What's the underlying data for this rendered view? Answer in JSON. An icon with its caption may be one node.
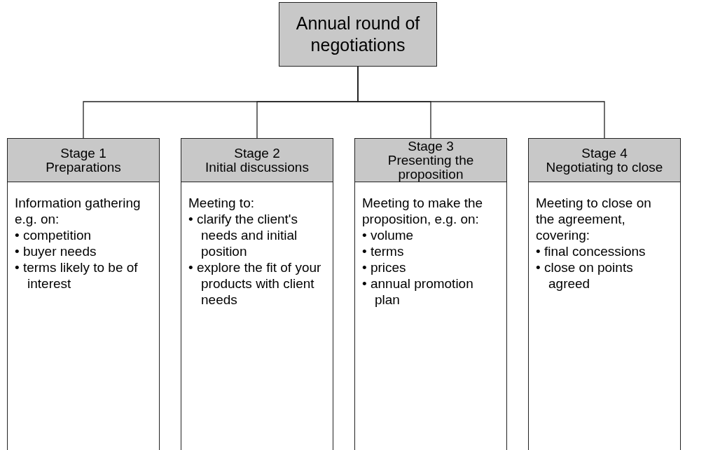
{
  "diagram": {
    "nodes": [
      {
        "text": [
          "Annual round of negotiations"
        ]
      },
      {
        "text": [
          "Stage 1",
          "Preparations"
        ]
      },
      {
        "text": [
          "Information gathering e.g. on:",
          "• competition",
          "• buyer needs",
          "• terms likely to be of interest"
        ]
      },
      {
        "text": [
          "Stage 2",
          "Initial discussions"
        ]
      },
      {
        "text": [
          "Meeting to:",
          "• clarify the client's needs and initial position",
          "• explore the fit of  your products with client needs"
        ]
      },
      {
        "text": [
          "Stage 3",
          "Presenting the proposition"
        ]
      },
      {
        "text": [
          "Meeting to make the proposition, e.g. on:",
          "• volume",
          "• terms",
          "• prices",
          "• annual promotion plan"
        ]
      },
      {
        "text": [
          "Stage 4",
          "Negotiating to close"
        ]
      },
      {
        "text": [
          "Meeting to close on the agreement, covering:",
          "• final concessions",
          "• close on points agreed"
        ]
      }
    ],
    "edges": [
      {
        "from": 0,
        "to": 1,
        "arrow": "none"
      },
      {
        "from": 0,
        "to": 3,
        "arrow": "none"
      },
      {
        "from": 0,
        "to": 5,
        "arrow": "none"
      },
      {
        "from": 0,
        "to": 7,
        "arrow": "none"
      }
    ]
  }
}
